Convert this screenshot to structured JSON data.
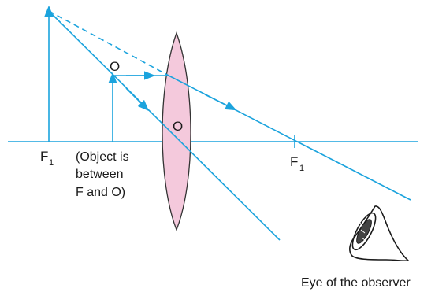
{
  "diagram": {
    "colors": {
      "ray": "#1ba3dd",
      "lens_fill": "#f4c9dc",
      "lens_stroke": "#333333",
      "text": "#1a1a1a"
    },
    "labels": {
      "object_top": "O",
      "optical_centre": "O",
      "focus_left_main": "F",
      "focus_left_sub": "1",
      "focus_right_main": "F",
      "focus_right_sub": "1",
      "note_line1": "(Object is",
      "note_line2": "between",
      "note_line3": "F and O)",
      "eye_caption": "Eye of the observer"
    },
    "icons": {
      "eye": "eye-icon"
    }
  }
}
